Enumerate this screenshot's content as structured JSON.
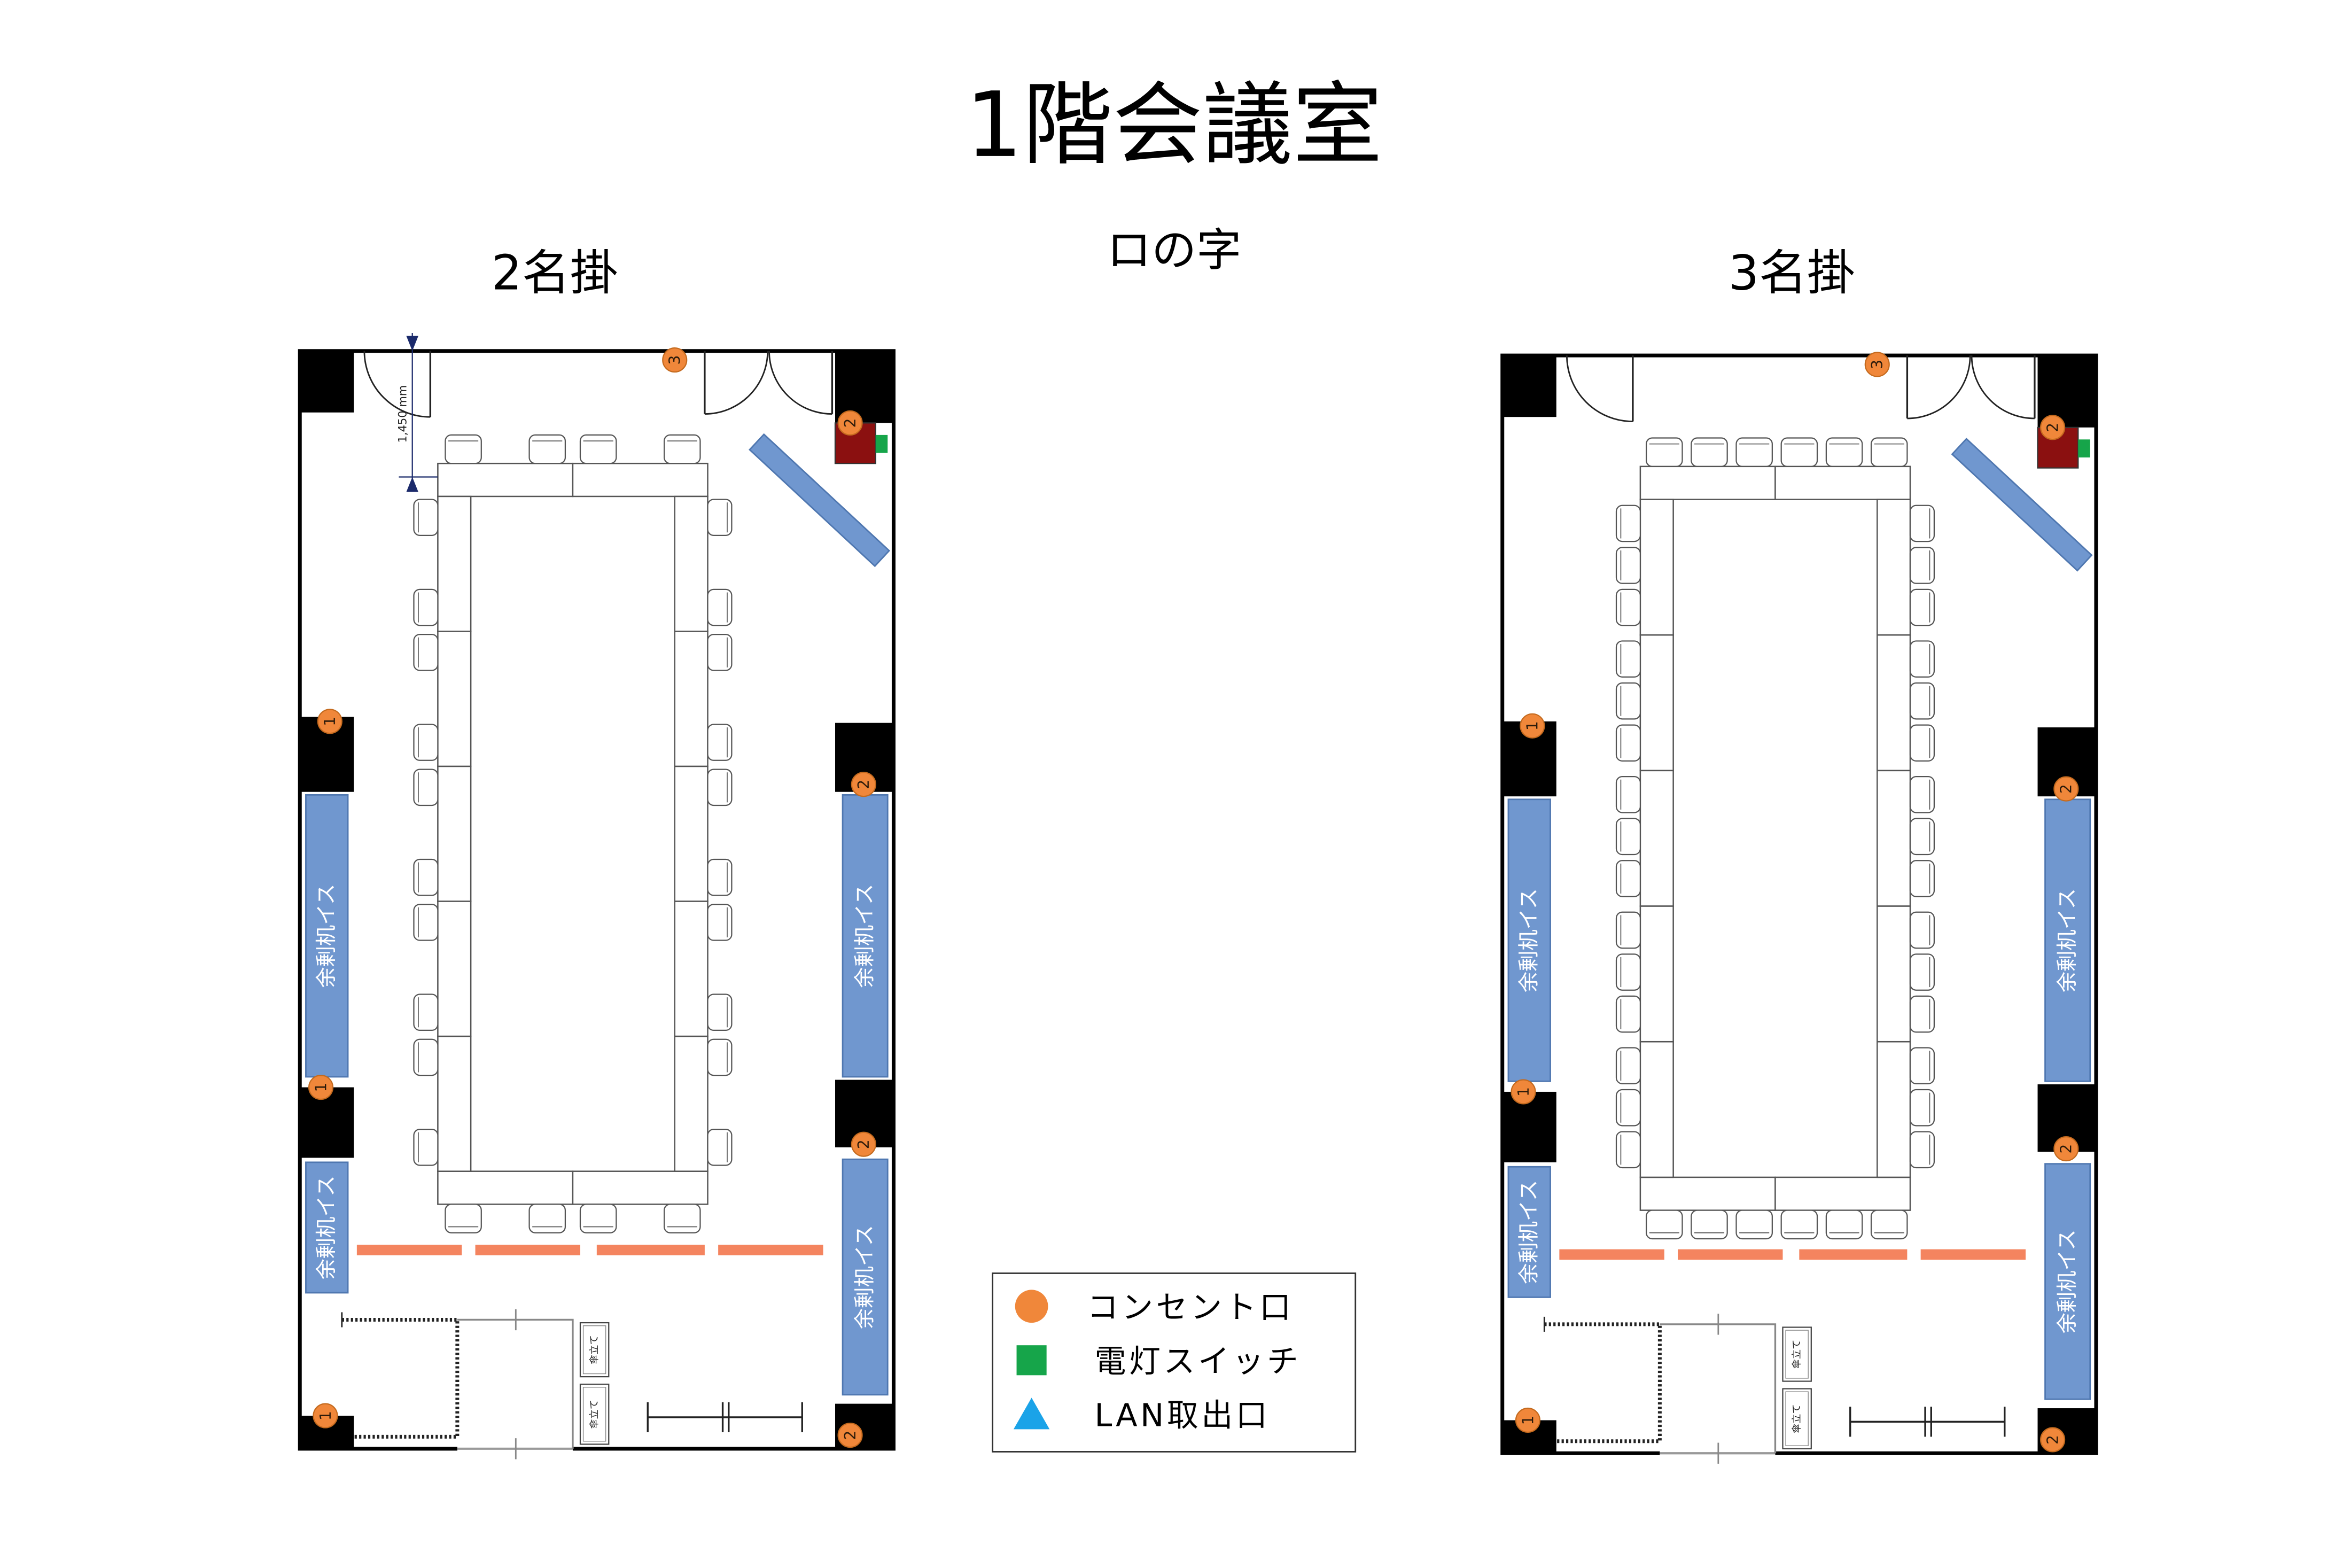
{
  "title": "1階会議室",
  "layout_label": "ロの字",
  "plans": [
    {
      "label": "2名掛",
      "dimension": "1,450 mm",
      "spare_label": "余剰机イス",
      "umbrella_label": "傘立て",
      "outlets": [
        "3",
        "2",
        "1",
        "2",
        "1",
        "2",
        "1",
        "2"
      ]
    },
    {
      "label": "3名掛",
      "spare_label": "余剰机イス",
      "umbrella_label": "傘立て",
      "outlets": [
        "3",
        "2",
        "1",
        "2",
        "1",
        "2",
        "1",
        "2"
      ]
    }
  ],
  "legend": {
    "items": [
      {
        "label": "コンセント口",
        "symbol": "orange-circle-icon",
        "color": "#f0873a"
      },
      {
        "label": "電灯スイッチ",
        "symbol": "green-square-icon",
        "color": "#16a54a"
      },
      {
        "label": "LAN取出口",
        "symbol": "blue-triangle-icon",
        "color": "#1aa3e8"
      }
    ]
  },
  "colors": {
    "wall": "#000000",
    "spare_furniture": "#7097cf",
    "spare_furniture_border": "#4f77b0",
    "cable_cover": "#f4845f",
    "panel": "#8b1010",
    "dimension": "#1b2a6b",
    "furniture_outline": "#555555"
  }
}
